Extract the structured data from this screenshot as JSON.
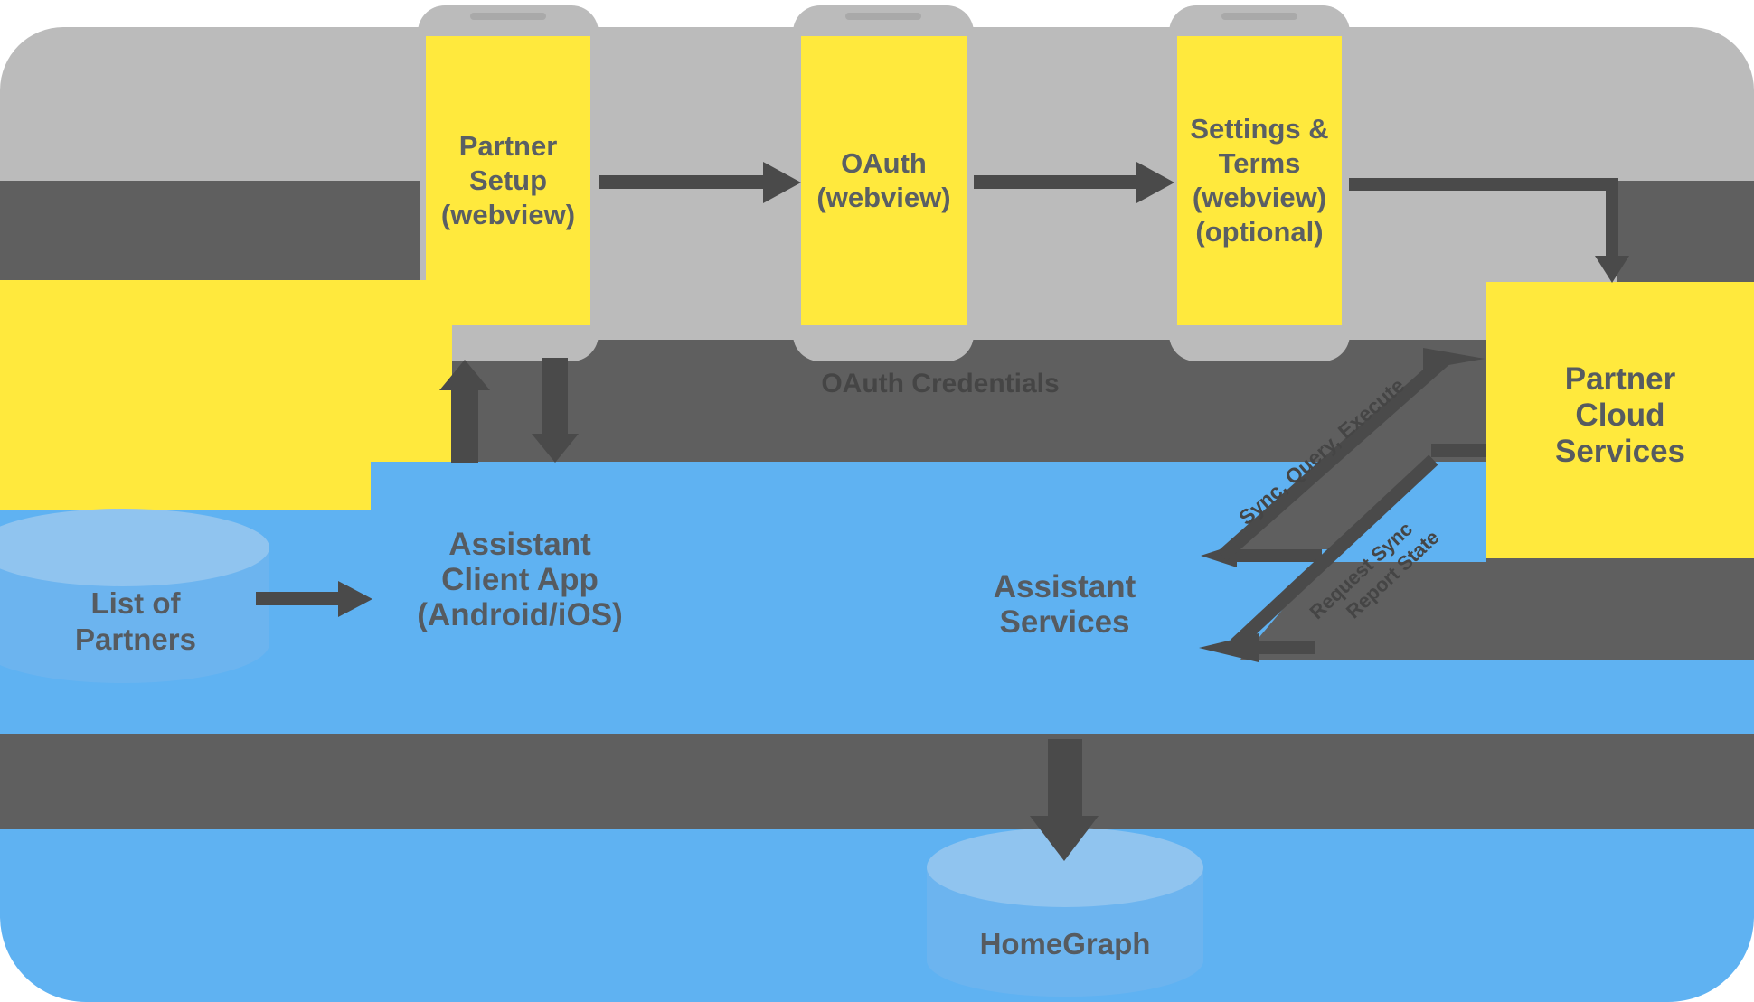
{
  "nodes": {
    "partner_setup": {
      "lines": [
        "Partner",
        "Setup",
        "(webview)"
      ]
    },
    "oauth": {
      "lines": [
        "OAuth",
        "(webview)"
      ]
    },
    "settings_terms": {
      "lines": [
        "Settings &",
        "Terms",
        "(webview)",
        "(optional)"
      ]
    },
    "partner_cloud": {
      "lines": [
        "Partner",
        "Cloud",
        "Services"
      ]
    },
    "assistant_client": {
      "lines": [
        "Assistant",
        "Client App",
        "(Android/iOS)"
      ]
    },
    "assistant_services": {
      "lines": [
        "Assistant",
        "Services"
      ]
    },
    "list_of_partners": {
      "lines": [
        "List of",
        "Partners"
      ]
    },
    "homegraph": {
      "label": "HomeGraph"
    }
  },
  "labels": {
    "oauth_credentials": "OAuth Credentials",
    "assistant_to_partner": "Sync, Query, Execute",
    "partner_to_assistant": {
      "lines": [
        "Request Sync",
        "Report State"
      ]
    }
  },
  "colors": {
    "light_gray_band": "#bbbbbb",
    "dark_gray_band": "#5f5f5f",
    "yellow": "#ffe93d",
    "blue": "#5fb2f2",
    "cylinder_top": "#90c4ef",
    "cylinder_body": "#6cb4ef",
    "arrow": "#4a4a4a",
    "text": "#565b60"
  }
}
